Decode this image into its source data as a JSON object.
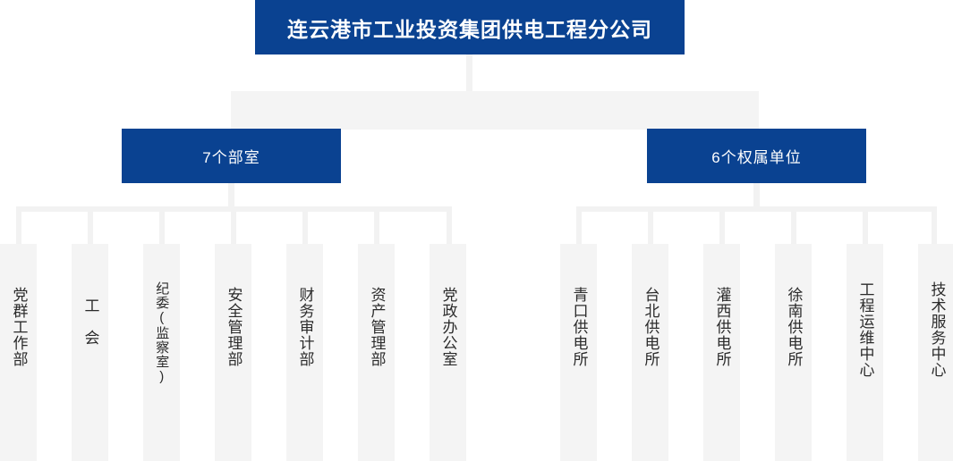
{
  "chart": {
    "type": "org-chart",
    "title": "连云港市工业投资集团供电工程分公司",
    "groups": [
      {
        "id": "departments",
        "label": "7个部室",
        "count": 7,
        "children": [
          {
            "label": "党群工作部"
          },
          {
            "label": "工　会"
          },
          {
            "label": "纪委(监察室)"
          },
          {
            "label": "安全管理部"
          },
          {
            "label": "财务审计部"
          },
          {
            "label": "资产管理部"
          },
          {
            "label": "党政办公室"
          }
        ]
      },
      {
        "id": "affiliated-units",
        "label": "6个权属单位",
        "count": 6,
        "children": [
          {
            "label": "青口供电所"
          },
          {
            "label": "台北供电所"
          },
          {
            "label": "灌西供电所"
          },
          {
            "label": "徐南供电所"
          },
          {
            "label": "工程运维中心"
          },
          {
            "label": "技术服务中心"
          }
        ]
      }
    ]
  },
  "colors": {
    "brand_blue": "#0a4291",
    "connector_gray": "#f2f2f2",
    "leaf_gray": "#f4f4f4",
    "text_dark": "#2b2b2b",
    "text_light": "#ffffff"
  }
}
